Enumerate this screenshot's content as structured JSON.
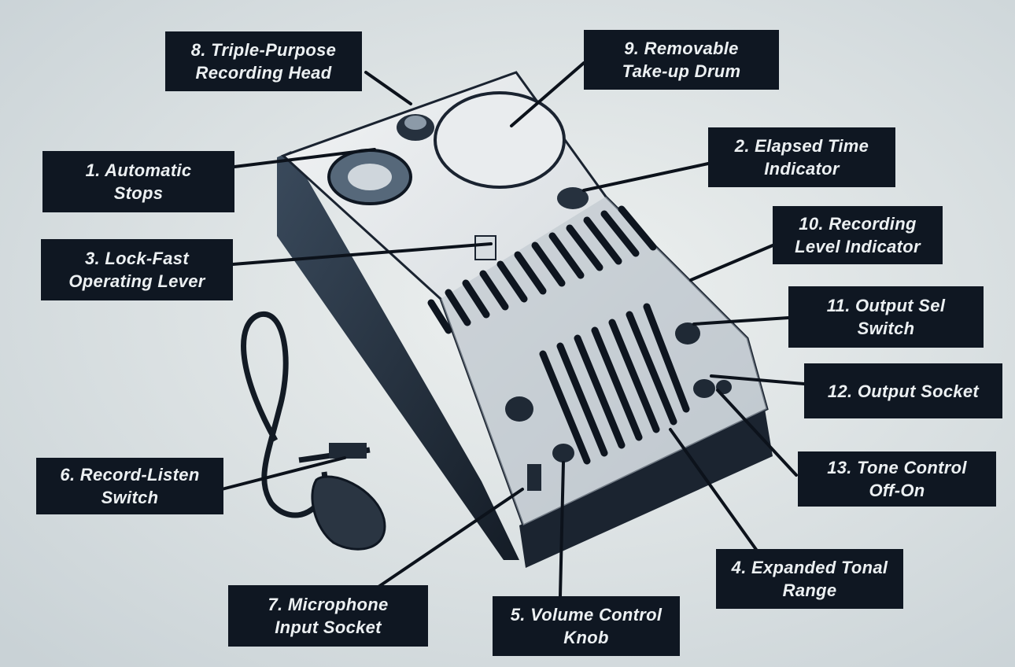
{
  "colors": {
    "background": "#dfe3e2",
    "label_bg": "#0f1722",
    "label_text": "#ecf0f2",
    "device_body": "#d9dde0",
    "device_shadow": "#24303d",
    "leader_line": "#0c121b"
  },
  "labels": {
    "triple_purpose_recording_head": {
      "line1": "8. Triple-Purpose",
      "line2": "Recording Head"
    },
    "removable_take_up_drum": {
      "line1": "9. Removable",
      "line2": "Take-up Drum"
    },
    "automatic_stops": {
      "line1": "1. Automatic",
      "line2": "Stops"
    },
    "elapsed_time_indicator": {
      "line1": "2. Elapsed Time",
      "line2": "Indicator"
    },
    "lock_fast_operating_lever": {
      "line1": "3. Lock-Fast",
      "line2": "Operating Lever"
    },
    "recording_level_indicator": {
      "line1": "10. Recording",
      "line2": "Level Indicator"
    },
    "output_sel_switch": {
      "line1": "11. Output Sel",
      "line2": "Switch"
    },
    "output_socket": {
      "line1": "12. Output Socket",
      "line2": ""
    },
    "record_listen_switch": {
      "line1": "6. Record-Listen",
      "line2": "Switch"
    },
    "tone_control_off_on": {
      "line1": "13. Tone Control",
      "line2": "Off-On"
    },
    "expanded_tonal_range": {
      "line1": "4. Expanded Tonal",
      "line2": "Range"
    },
    "microphone_input_socket": {
      "line1": "7. Microphone",
      "line2": "Input Socket"
    },
    "volume_control_knob": {
      "line1": "5. Volume Control",
      "line2": "Knob"
    }
  }
}
